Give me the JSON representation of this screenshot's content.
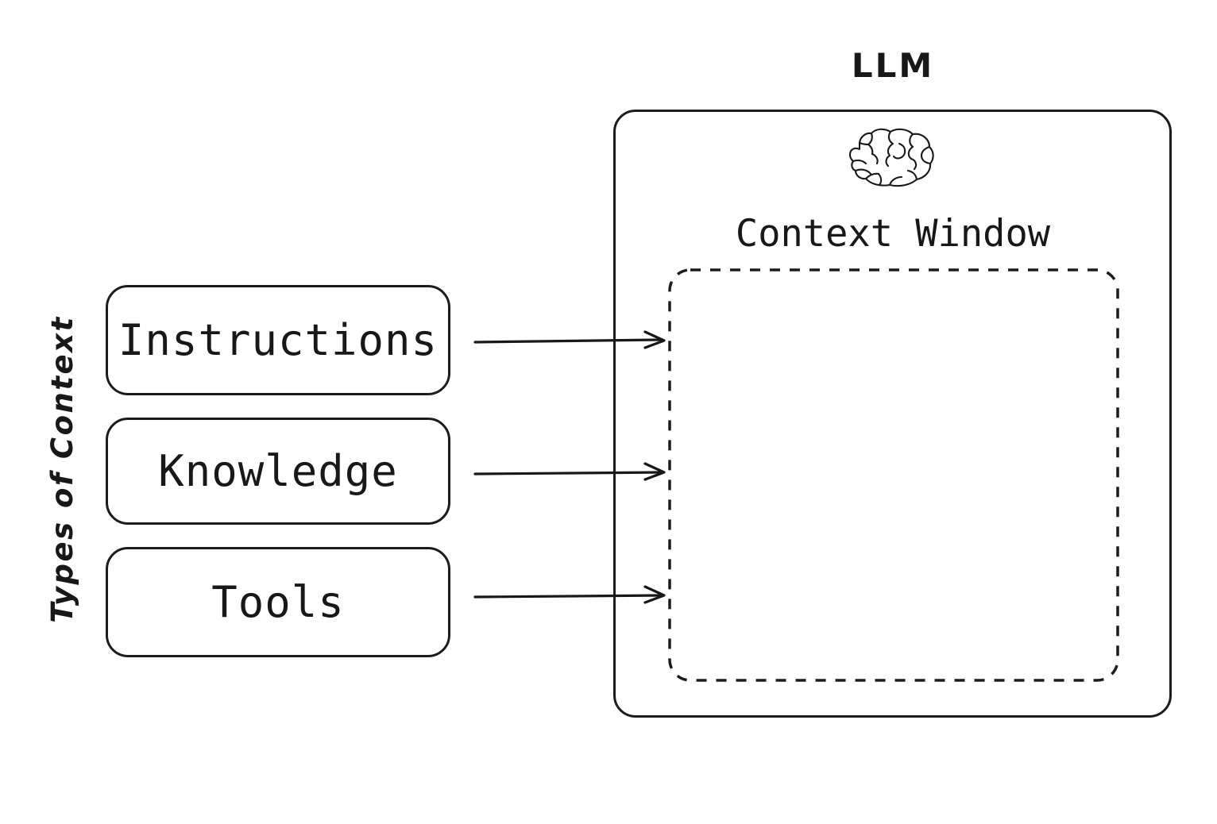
{
  "diagram": {
    "title": "LLM context composition",
    "background_color": "#ffffff",
    "stroke_color": "#1b1c1e",
    "text_color": "#17181a"
  },
  "axis_label": {
    "text": "Types of Context",
    "orientation": "vertical"
  },
  "context_boxes": [
    {
      "label": "Instructions"
    },
    {
      "label": "Knowledge"
    },
    {
      "label": "Tools"
    }
  ],
  "llm_panel": {
    "title": "LLM",
    "icon": "brain-icon",
    "context_window": {
      "title": "Context Window",
      "border_style": "dashed"
    }
  },
  "arrows": [
    {
      "from": "Instructions",
      "to": "Context Window"
    },
    {
      "from": "Knowledge",
      "to": "Context Window"
    },
    {
      "from": "Tools",
      "to": "Context Window"
    }
  ]
}
